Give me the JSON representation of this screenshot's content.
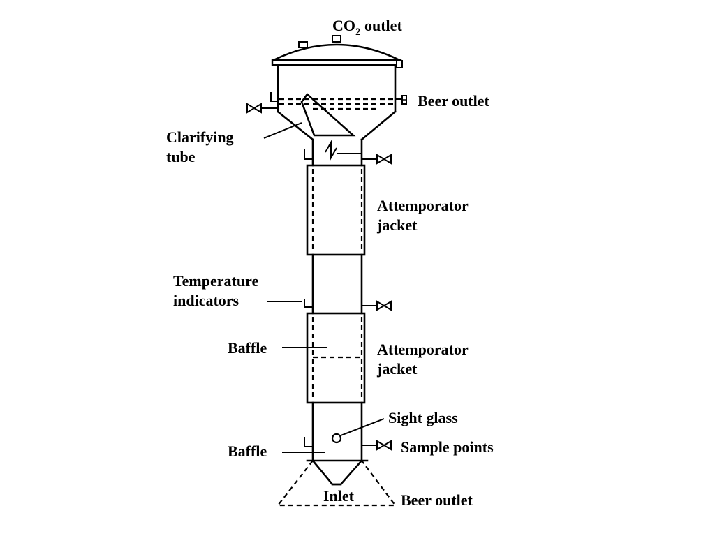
{
  "labels": {
    "co2_prefix": "CO",
    "co2_subscript": "2",
    "co2_suffix": " outlet",
    "beer_outlet_top": "Beer outlet",
    "clarifying_line1": "Clarifying",
    "clarifying_line2": "tube",
    "attemporator_upper_line1": "Attemporator",
    "attemporator_upper_line2": "jacket",
    "temperature_line1": "Temperature",
    "temperature_line2": "indicators",
    "baffle_middle": "Baffle",
    "attemporator_lower_line1": "Attemporator",
    "attemporator_lower_line2": "jacket",
    "sight_glass": "Sight glass",
    "sample_points": "Sample points",
    "baffle_bottom": "Baffle",
    "inlet": "Inlet",
    "beer_outlet_bottom": "Beer outlet"
  },
  "colors": {
    "line": "#000000",
    "background": "#ffffff"
  }
}
